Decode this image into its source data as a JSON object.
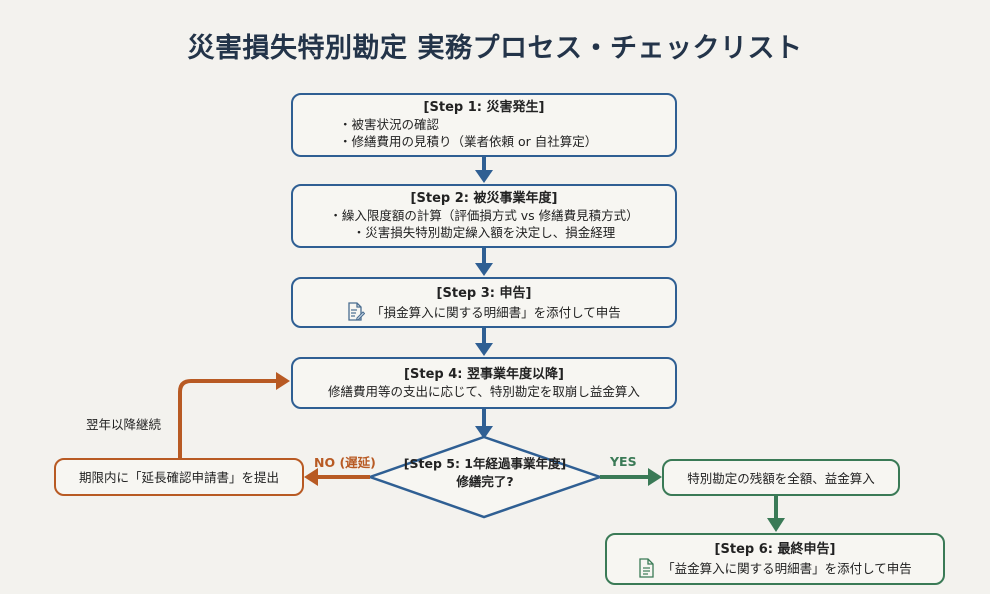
{
  "title": "災害損失特別勘定 実務プロセス・チェックリスト",
  "colors": {
    "main_flow": "#2f5f93",
    "no_branch": "#b85a23",
    "yes_branch": "#3a7a56",
    "title_text": "#233449",
    "background": "#f3f2ee"
  },
  "steps": [
    {
      "heading": "[Step 1: 災害発生]",
      "lines": [
        "・被害状況の確認",
        "・修繕費用の見積り（業者依頼 or 自社算定）"
      ]
    },
    {
      "heading": "[Step 2: 被災事業年度]",
      "lines": [
        "・繰入限度額の計算（評価損方式 vs 修繕費見積方式）",
        "・災害損失特別勘定繰入額を決定し、損金経理"
      ]
    },
    {
      "heading": "[Step 3: 申告]",
      "icon": "document-pen-icon",
      "lines": [
        "「損金算入に関する明細書」を添付して申告"
      ]
    },
    {
      "heading": "[Step 4: 翌事業年度以降]",
      "lines": [
        "修繕費用等の支出に応じて、特別勘定を取崩し益金算入"
      ]
    },
    {
      "heading": "[Step 5: 1年経過事業年度]",
      "lines": [
        "修繕完了?"
      ]
    },
    {
      "heading": "[Step 6: 最終申告]",
      "icon": "document-icon",
      "lines": [
        "「益金算入に関する明細書」を添付して申告"
      ]
    }
  ],
  "branches": {
    "no_label": "NO (遅延)",
    "no_action": "期限内に「延長確認申請書」を提出",
    "loop_label": "翌年以降継続",
    "yes_label": "YES",
    "yes_action": "特別勘定の残額を全額、益金算入"
  }
}
